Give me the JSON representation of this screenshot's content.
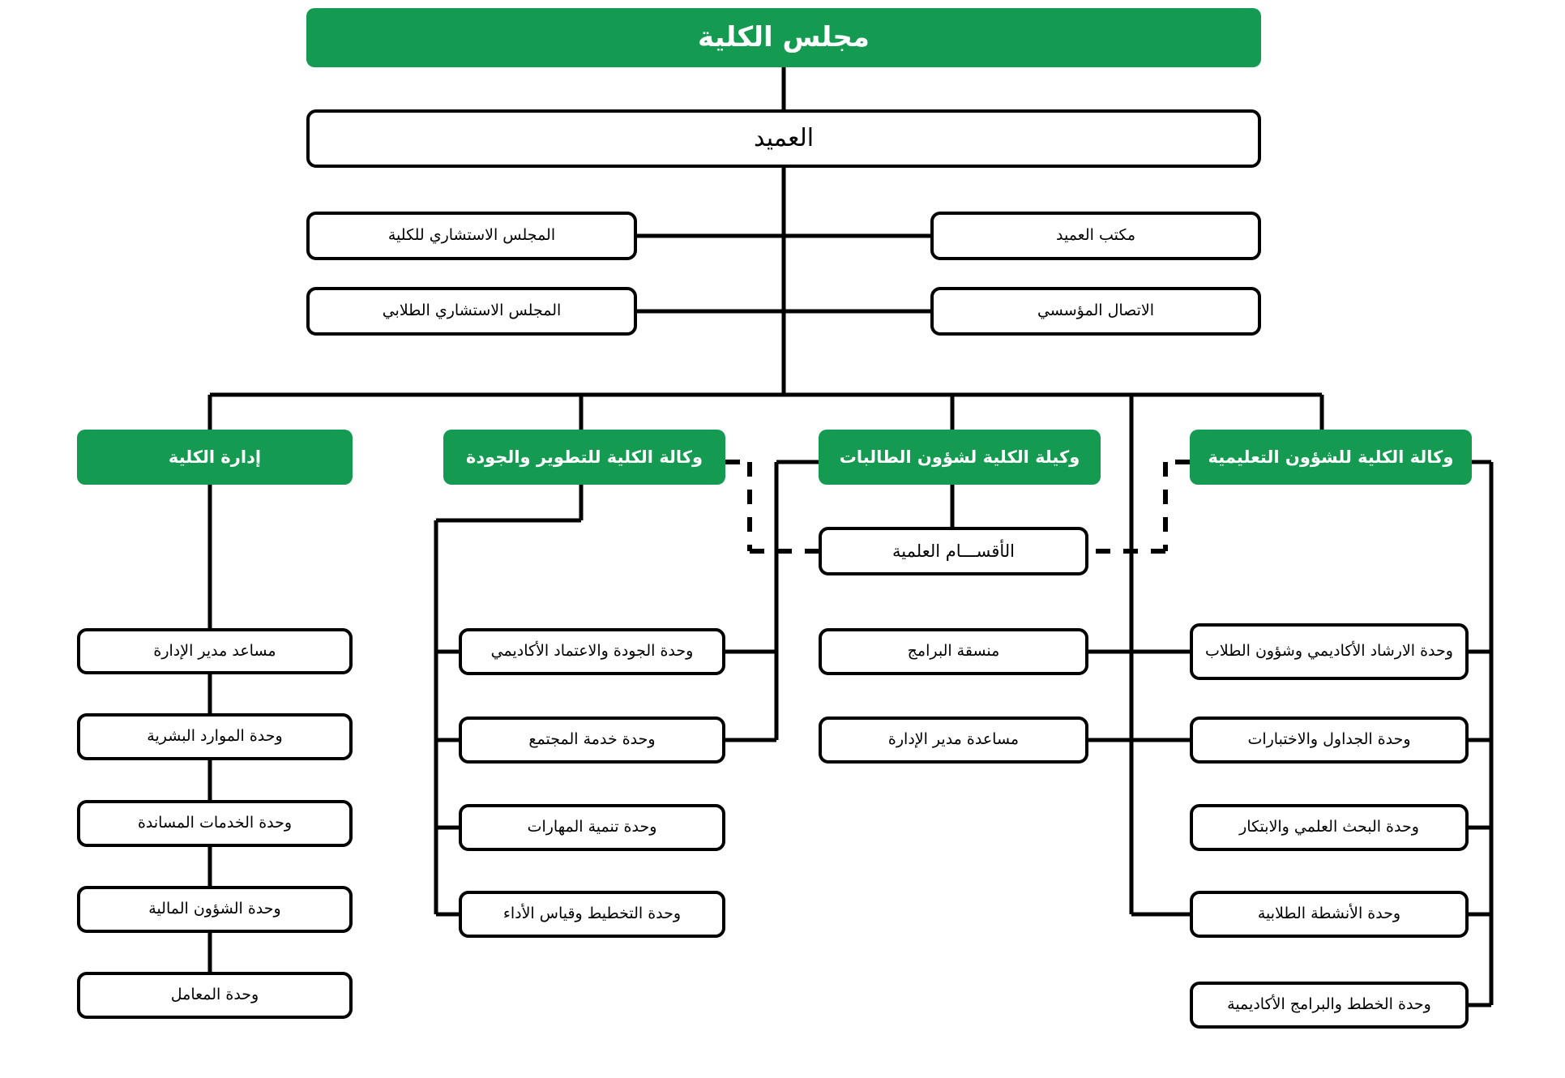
{
  "meta": {
    "colors": {
      "accent_green": "#159A51",
      "line_black": "#000000",
      "background": "#FFFFFF",
      "node_text_dark": "#000000",
      "node_text_light": "#FFFFFF"
    }
  },
  "root": {
    "label": "مجلس الكلية"
  },
  "dean": {
    "label": "العميد"
  },
  "advisory": {
    "left": [
      {
        "label": "المجلس الاستشاري للكلية"
      },
      {
        "label": "المجلس الاستشاري الطلابي"
      }
    ],
    "right": [
      {
        "label": "مكتب العميد"
      },
      {
        "label": "الاتصال المؤسسي"
      }
    ]
  },
  "branches": [
    {
      "id": "college-administration",
      "header": "إدارة الكلية",
      "children": [
        {
          "label": "مساعد مدير الإدارة"
        },
        {
          "label": "وحدة الموارد البشرية"
        },
        {
          "label": "وحدة الخدمات المساندة"
        },
        {
          "label": "وحدة الشؤون المالية"
        },
        {
          "label": "وحدة المعامل"
        }
      ]
    },
    {
      "id": "development-quality",
      "header": "وكالة الكلية للتطوير والجودة",
      "children": [
        {
          "label": "وحدة الجودة والاعتماد الأكاديمي"
        },
        {
          "label": "وحدة خدمة المجتمع"
        },
        {
          "label": "وحدة تنمية المهارات"
        },
        {
          "label": "وحدة التخطيط وقياس الأداء"
        }
      ]
    },
    {
      "id": "female-student-affairs",
      "header": "وكيلة الكلية لشؤون الطالبات",
      "children": [
        {
          "label": "منسقة البرامج"
        },
        {
          "label": "مساعدة مدير الإدارة"
        }
      ]
    },
    {
      "id": "educational-affairs",
      "header": "وكالة الكلية للشؤون التعليمية",
      "children": [
        {
          "label": "وحدة الارشاد الأكاديمي وشؤون الطلاب"
        },
        {
          "label": "وحدة الجداول والاختبارات"
        },
        {
          "label": "وحدة البحث العلمي والابتكار"
        },
        {
          "label": "وحدة الأنشطة الطلابية"
        },
        {
          "label": "وحدة الخطط والبرامج الأكاديمية"
        }
      ]
    }
  ],
  "shared": {
    "academic_departments": {
      "label": "الأقســـام العلمية"
    }
  }
}
